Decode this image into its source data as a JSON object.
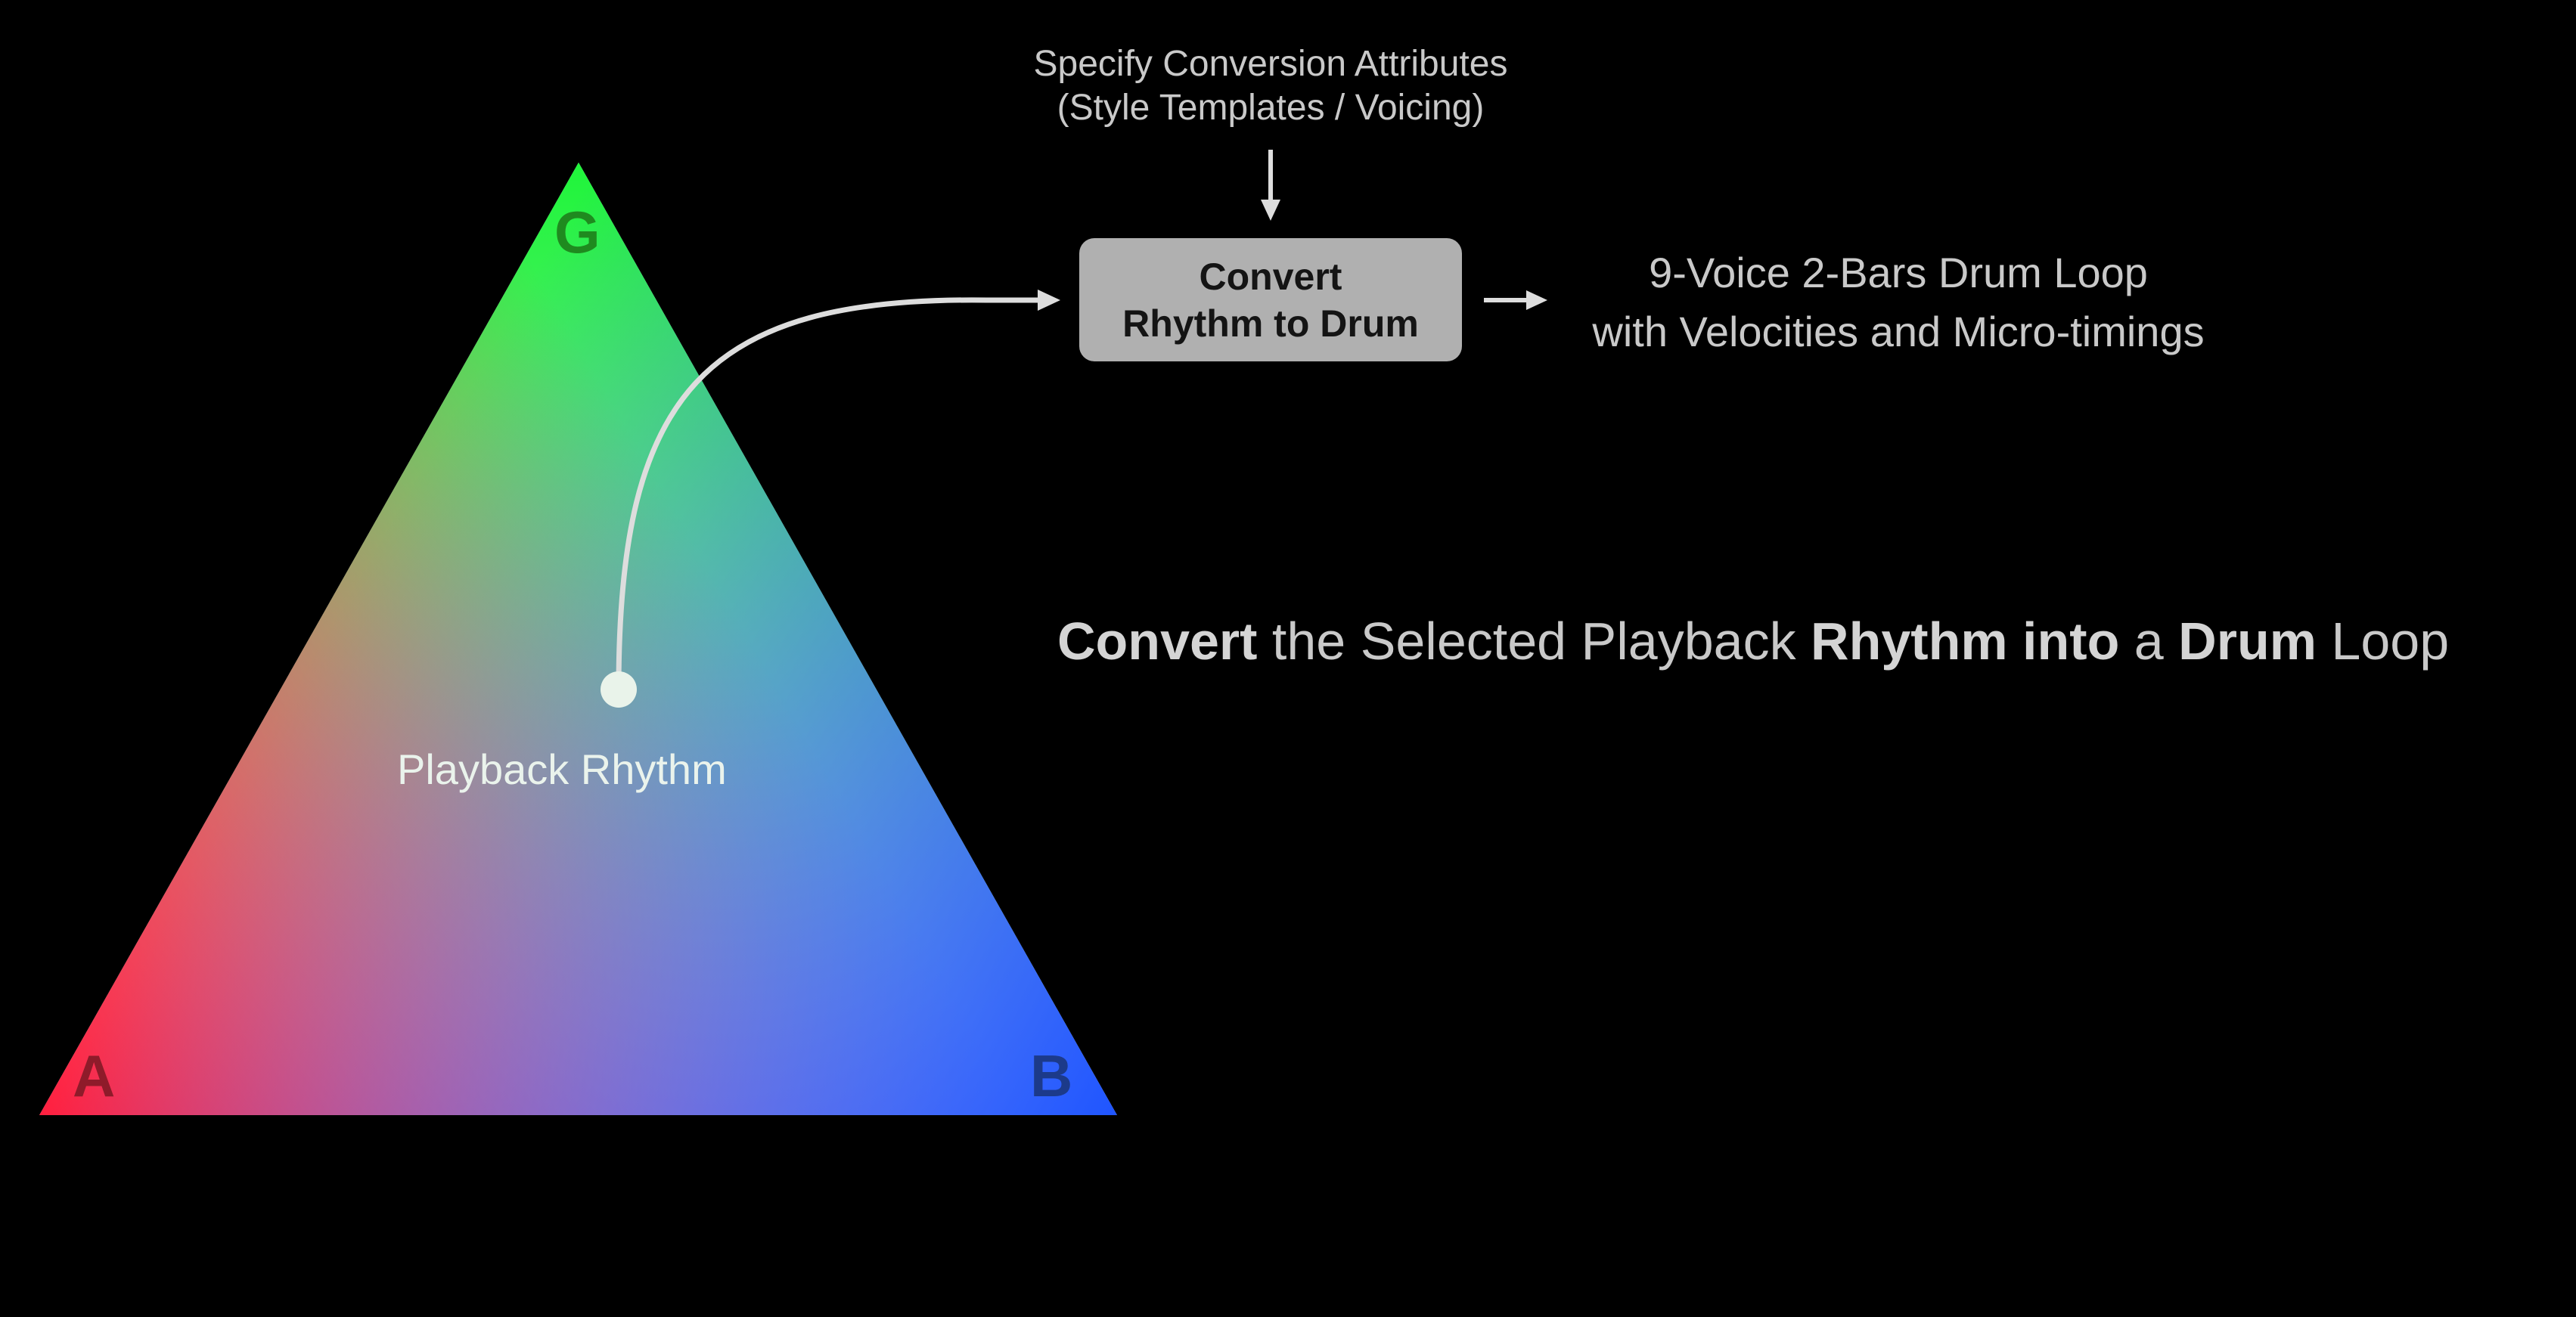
{
  "conversion_attributes": {
    "line1": "Specify Conversion Attributes",
    "line2": "(Style Templates / Voicing)"
  },
  "convert_box": {
    "line1": "Convert",
    "line2": "Rhythm to Drum"
  },
  "output": {
    "line1": "9-Voice 2-Bars Drum Loop",
    "line2": "with Velocities and Micro-timings"
  },
  "caption": {
    "part1": "Convert",
    "part2": " the Selected Playback ",
    "part3": "Rhythm into",
    "part4": " a ",
    "part5": "Drum",
    "part6": " Loop"
  },
  "triangle": {
    "vertex_top": "G",
    "vertex_left": "A",
    "vertex_right": "B",
    "point_label": "Playback Rhythm",
    "colors": {
      "top": "#22ee33",
      "left": "#ff2244",
      "right": "#2255ff"
    }
  },
  "colors": {
    "background": "#000000",
    "text": "#c9c9c9",
    "box": "#b0b0b0",
    "arrow": "#dddddd"
  }
}
